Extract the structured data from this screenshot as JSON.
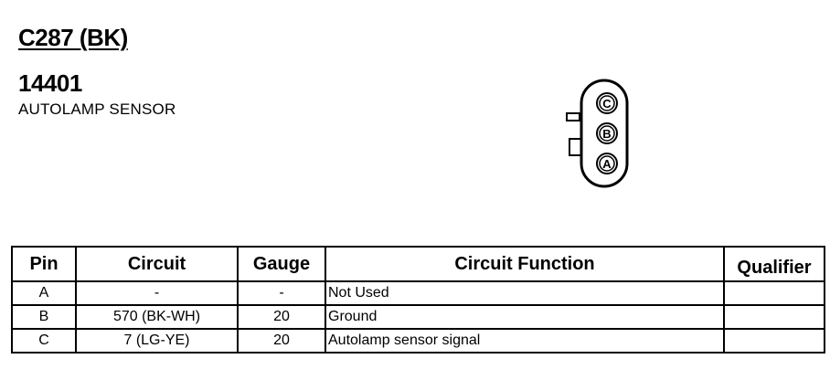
{
  "connector": {
    "id": "C287 (BK)",
    "part_number": "14401",
    "name": "AUTOLAMP SENSOR",
    "pins_drawn": [
      "C",
      "B",
      "A"
    ]
  },
  "table": {
    "headers": [
      "Pin",
      "Circuit",
      "Gauge",
      "Circuit Function",
      "Qualifier"
    ],
    "rows": [
      {
        "pin": "A",
        "circuit": "-",
        "gauge": "-",
        "function": "Not Used",
        "qualifier": ""
      },
      {
        "pin": "B",
        "circuit": "570 (BK-WH)",
        "gauge": "20",
        "function": "Ground",
        "qualifier": ""
      },
      {
        "pin": "C",
        "circuit": "7 (LG-YE)",
        "gauge": "20",
        "function": "Autolamp sensor signal",
        "qualifier": ""
      }
    ]
  }
}
